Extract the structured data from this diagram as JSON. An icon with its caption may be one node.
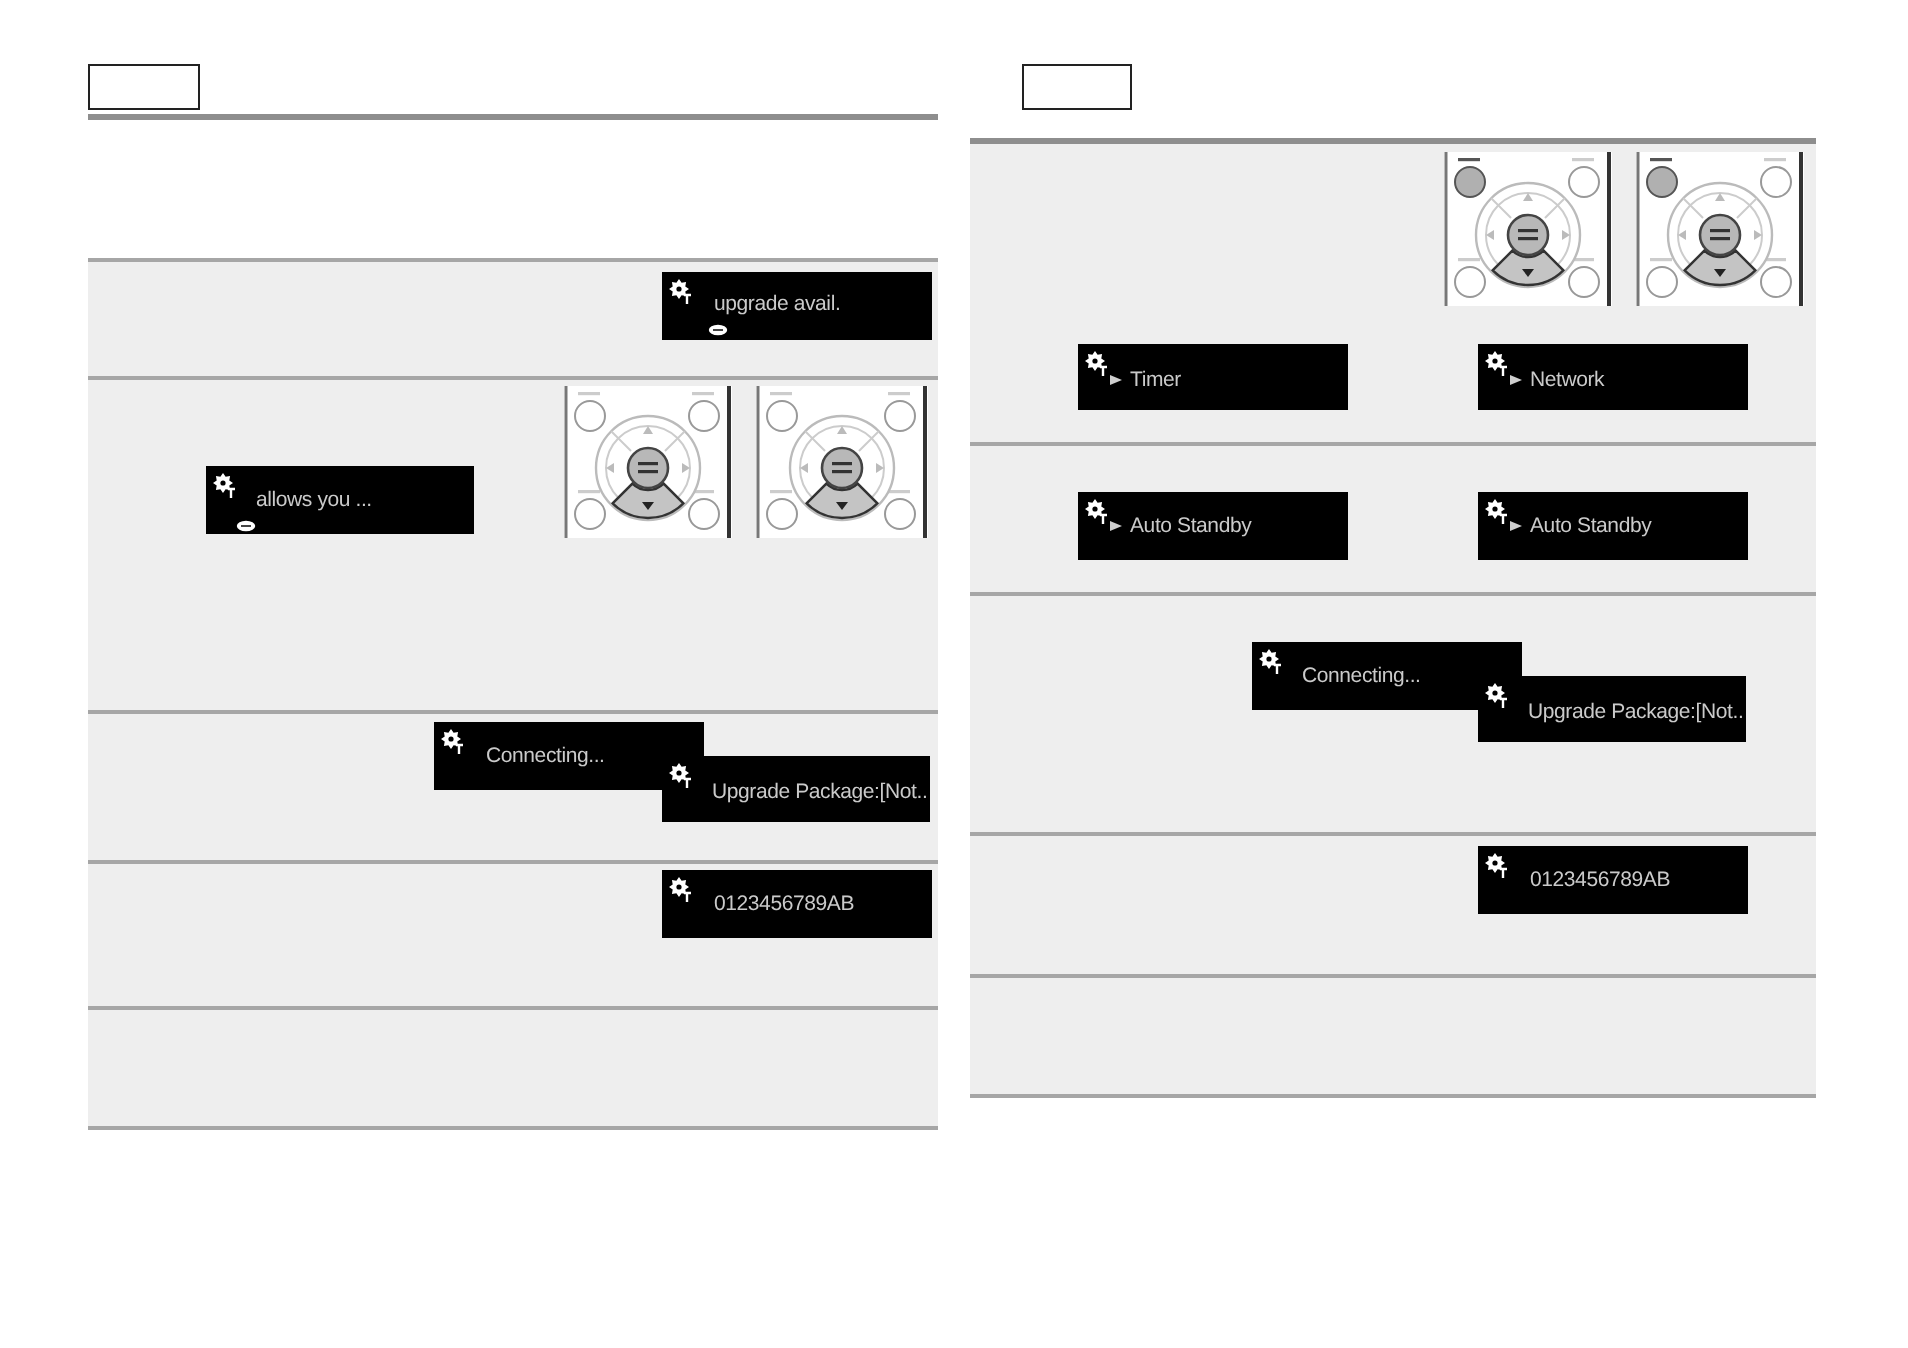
{
  "diagram": {
    "nodes": [
      {
        "text": [],
        "shape": "box"
      },
      {
        "text": [],
        "shape": "band"
      },
      {
        "text": [
          "upgrade avail."
        ],
        "in": 1
      },
      {
        "text": [],
        "shape": "band"
      },
      {
        "text": [
          "allows you ..."
        ],
        "in": 3
      },
      {
        "text": [],
        "shape": "band"
      },
      {
        "text": [
          "Connecting..."
        ],
        "in": 5
      },
      {
        "text": [
          "Upgrade Package:[Not.."
        ],
        "in": 5
      },
      {
        "text": [],
        "shape": "band"
      },
      {
        "text": [
          "0123456789AB"
        ],
        "in": 8
      },
      {
        "text": [],
        "shape": "band"
      },
      {
        "text": [],
        "shape": "box"
      },
      {
        "text": [],
        "shape": "band"
      },
      {
        "text": [
          "Timer"
        ],
        "in": 12
      },
      {
        "text": [
          "Network"
        ],
        "in": 12
      },
      {
        "text": [],
        "shape": "band"
      },
      {
        "text": [
          "Auto Standby"
        ],
        "in": 15
      },
      {
        "text": [
          "Auto Standby"
        ],
        "in": 15
      },
      {
        "text": [],
        "shape": "band"
      },
      {
        "text": [
          "Connecting..."
        ],
        "in": 18
      },
      {
        "text": [
          "Upgrade Package:[Not.."
        ],
        "in": 18
      },
      {
        "text": [],
        "shape": "band"
      },
      {
        "text": [
          "0123456789AB"
        ],
        "in": 21
      },
      {
        "text": [],
        "shape": "band"
      }
    ]
  }
}
